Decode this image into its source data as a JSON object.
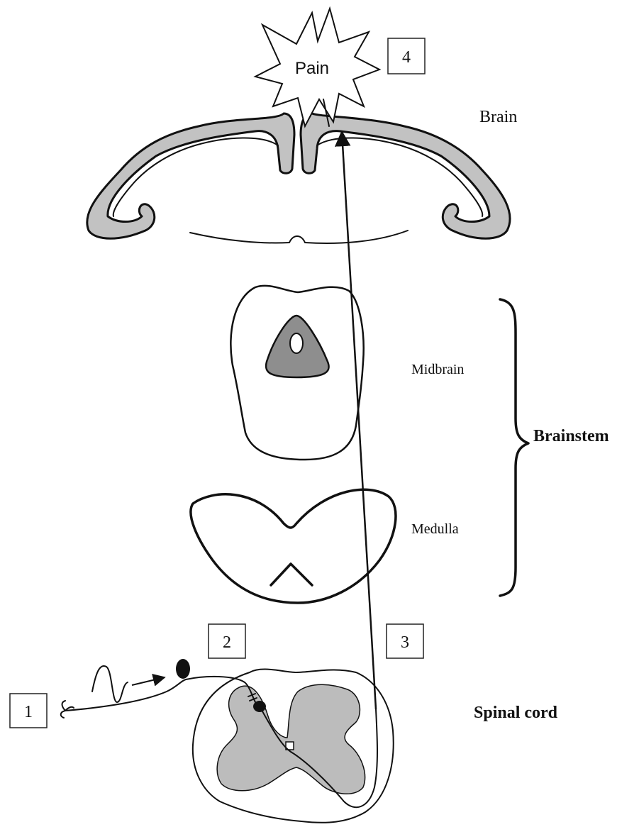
{
  "labels": {
    "pain": "Pain",
    "brain": "Brain",
    "midbrain": "Midbrain",
    "medulla": "Medulla",
    "brainstem": "Brainstem",
    "spinal_cord": "Spinal cord"
  },
  "steps": [
    "1",
    "2",
    "3",
    "4"
  ],
  "colors": {
    "cortex_gray": "#c2c2c2",
    "midbrain_gray": "#8e8e8e",
    "spinal_gray": "#bcbcbc",
    "line": "#111111"
  }
}
